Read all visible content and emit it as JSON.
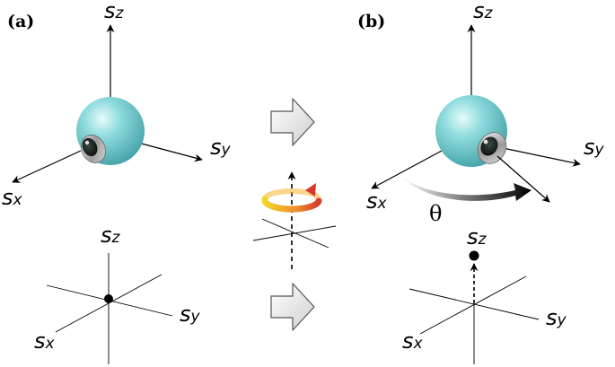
{
  "panels": {
    "a": {
      "label": "(a)"
    },
    "b": {
      "label": "(b)"
    }
  },
  "axes": {
    "sz": {
      "main": "s",
      "sub": "z"
    },
    "sy": {
      "main": "s",
      "sub": "y"
    },
    "sx": {
      "main": "s",
      "sub": "x"
    }
  },
  "rotation_angle": "θ",
  "colors": {
    "sphere": "#7fd3d6",
    "sphere_dark": "#3fa7ad",
    "rotation_arrow_start": "#f3c928",
    "rotation_arrow_end": "#d9402e"
  }
}
